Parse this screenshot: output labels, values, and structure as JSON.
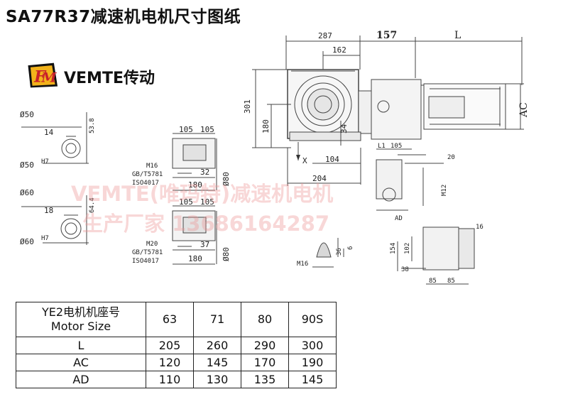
{
  "title": "SA77R37减速机电机尺寸图纸",
  "brand": {
    "logo_text": "VEMTE传动",
    "logo_mark": "FM"
  },
  "watermark": {
    "line1": "VEMTE(唯玛特)减速机电机",
    "line2": "生产厂家 13686164287"
  },
  "dimensions": {
    "d287": "287",
    "d157": "157",
    "L": "L",
    "d162": "162",
    "d301": "301",
    "d180": "180",
    "d34": "34",
    "d104": "104",
    "d204": "204",
    "X": "X",
    "AC": "AC",
    "AD": "AD",
    "d50": "Ø50",
    "d50h7": "Ø50",
    "h7": "H7",
    "d14": "14",
    "d538": "53.8",
    "d60": "Ø60",
    "d60h7": "Ø60",
    "d18": "18",
    "d644": "64.4",
    "d105a": "105",
    "d105b": "105",
    "d32": "32",
    "d180a": "180",
    "d80a": "Ø80",
    "m16": "M16",
    "gb": "GB/T5781",
    "iso": "ISO4017",
    "d105c": "105",
    "d105d": "105",
    "d37": "37",
    "d180b": "180",
    "d80b": "Ø80",
    "m20": "M20",
    "gb2": "GB/T5781",
    "iso2": "ISO4017",
    "m16b": "M16",
    "d36": "36",
    "d6": "6",
    "l1": "L1",
    "d105e": "105",
    "d20": "20",
    "m12": "M12",
    "d154": "154",
    "d102": "102",
    "d38": "38",
    "d85a": "85",
    "d85b": "85",
    "d16": "16"
  },
  "table": {
    "header_cn": "YE2电机机座号",
    "header_en": "Motor Size",
    "sizes": [
      "63",
      "71",
      "80",
      "90S"
    ],
    "rows": [
      {
        "label": "L",
        "values": [
          "205",
          "260",
          "290",
          "300"
        ]
      },
      {
        "label": "AC",
        "values": [
          "120",
          "145",
          "170",
          "190"
        ]
      },
      {
        "label": "AD",
        "values": [
          "110",
          "130",
          "135",
          "145"
        ]
      }
    ]
  }
}
